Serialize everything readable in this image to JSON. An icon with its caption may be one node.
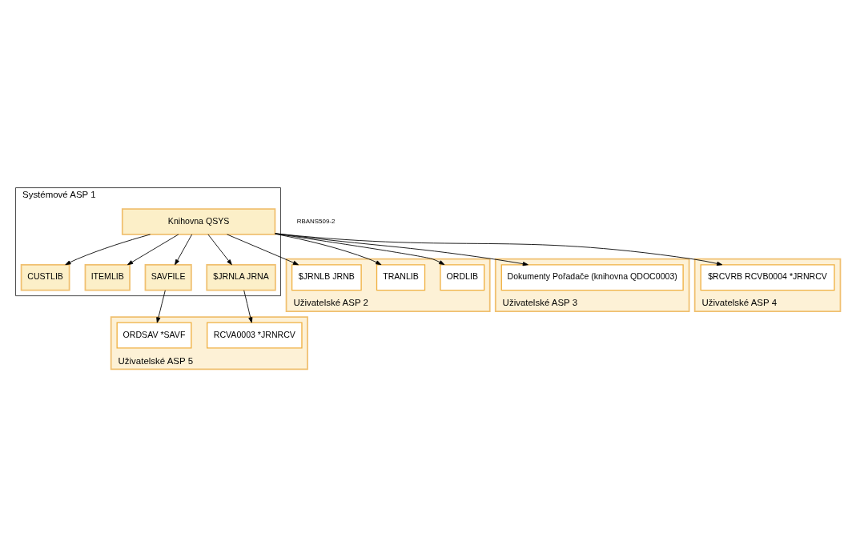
{
  "diagram": {
    "nodes": [
      {
        "text": [
          "Systémové ASP 1"
        ]
      },
      {
        "text": [
          "Knihovna QSYS"
        ],
        "in": 0
      },
      {
        "text": [
          "CUSTLIB"
        ],
        "in": 0
      },
      {
        "text": [
          "ITEMLIB"
        ],
        "in": 0
      },
      {
        "text": [
          "SAVFILE"
        ],
        "in": 0
      },
      {
        "text": [
          "$JRNLA JRNA"
        ],
        "in": 0
      },
      {
        "text": [
          "Uživatelské ASP 2"
        ]
      },
      {
        "text": [
          "ORDLIB"
        ],
        "in": 6
      },
      {
        "text": [
          "TRANLIB"
        ],
        "in": 6
      },
      {
        "text": [
          "$JRNLB JRNB"
        ],
        "in": 6
      },
      {
        "text": [
          "Uživatelské ASP 3"
        ]
      },
      {
        "text": [
          "Dokumenty Pořadače (knihovna QDOC0003)"
        ],
        "in": 10
      },
      {
        "text": [
          "Uživatelské ASP 4"
        ]
      },
      {
        "text": [
          "$RCVRB RCVB0004 *JRNRCV"
        ],
        "in": 12
      },
      {
        "text": [
          "Uživatelské ASP 5"
        ]
      },
      {
        "text": [
          "RCVA0003 *JRNRCV"
        ],
        "in": 14
      },
      {
        "text": [
          "ORDSAV *SAVF"
        ],
        "in": 14
      }
    ],
    "edges": [
      {
        "from": 1,
        "to": 2,
        "arrow": "to"
      },
      {
        "from": 1,
        "to": 3,
        "arrow": "to"
      },
      {
        "from": 1,
        "to": 4,
        "arrow": "to"
      },
      {
        "from": 1,
        "to": 5,
        "arrow": "to"
      },
      {
        "from": 1,
        "to": 7,
        "arrow": "to"
      },
      {
        "from": 1,
        "to": 8,
        "arrow": "to"
      },
      {
        "from": 1,
        "to": 9,
        "arrow": "to"
      },
      {
        "from": 1,
        "to": 11,
        "arrow": "to"
      },
      {
        "from": 1,
        "to": 13,
        "arrow": "to"
      },
      {
        "from": 4,
        "to": 16,
        "arrow": "to"
      },
      {
        "from": 5,
        "to": 15,
        "arrow": "to"
      }
    ],
    "labels": [
      "RBANS509-2"
    ]
  }
}
